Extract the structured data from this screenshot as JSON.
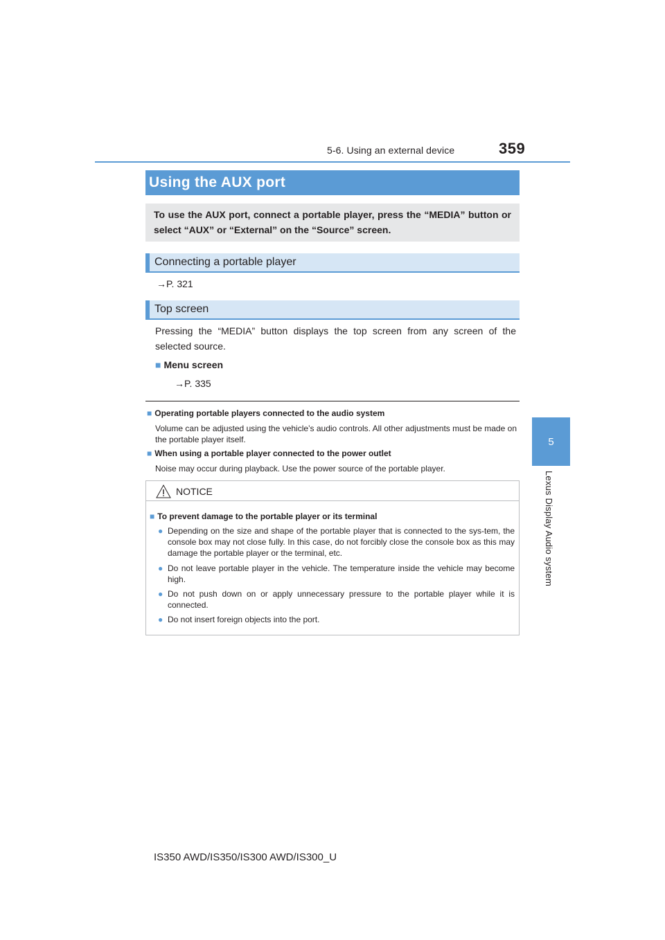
{
  "header": {
    "section": "5-6. Using an external device",
    "page_number": "359"
  },
  "side_tab": {
    "number": "5",
    "chapter": "Lexus Display Audio system"
  },
  "title": "Using the AUX port",
  "intro": "To use the AUX port, connect a portable player, press the “MEDIA” button or select “AUX” or “External” on the “Source” screen.",
  "sections": [
    {
      "heading": "Connecting a portable player",
      "ref": "→P. 321"
    },
    {
      "heading": "Top screen",
      "body": "Pressing the “MEDIA” button displays the top screen from any screen of the selected source.",
      "sub_heading": "Menu screen",
      "sub_ref": "→P. 335"
    }
  ],
  "notes": [
    {
      "heading": "Operating portable players connected to the audio system",
      "text": "Volume can be adjusted using the vehicle’s audio controls. All other adjustments must be made on the portable player itself."
    },
    {
      "heading": "When using a portable player connected to the power outlet",
      "text": "Noise may occur during playback. Use the power source of the portable player."
    }
  ],
  "notice": {
    "label": "NOTICE",
    "heading": "To prevent damage to the portable player or its terminal",
    "bullets": [
      "Depending on the size and shape of the portable player that is connected to the sys-tem, the console box may not close fully. In this case, do not forcibly close the console box as this may damage the portable player or the terminal, etc.",
      "Do not leave portable player in the vehicle. The temperature inside the vehicle may become high.",
      "Do not push down on or apply unnecessary pressure to the portable player while it is connected.",
      "Do not insert foreign objects into the port."
    ]
  },
  "footer": "IS350 AWD/IS350/IS300 AWD/IS300_U",
  "colors": {
    "accent": "#5b9bd5",
    "intro_bg": "#e6e7e8",
    "subhead_bg": "#d6e6f5"
  }
}
